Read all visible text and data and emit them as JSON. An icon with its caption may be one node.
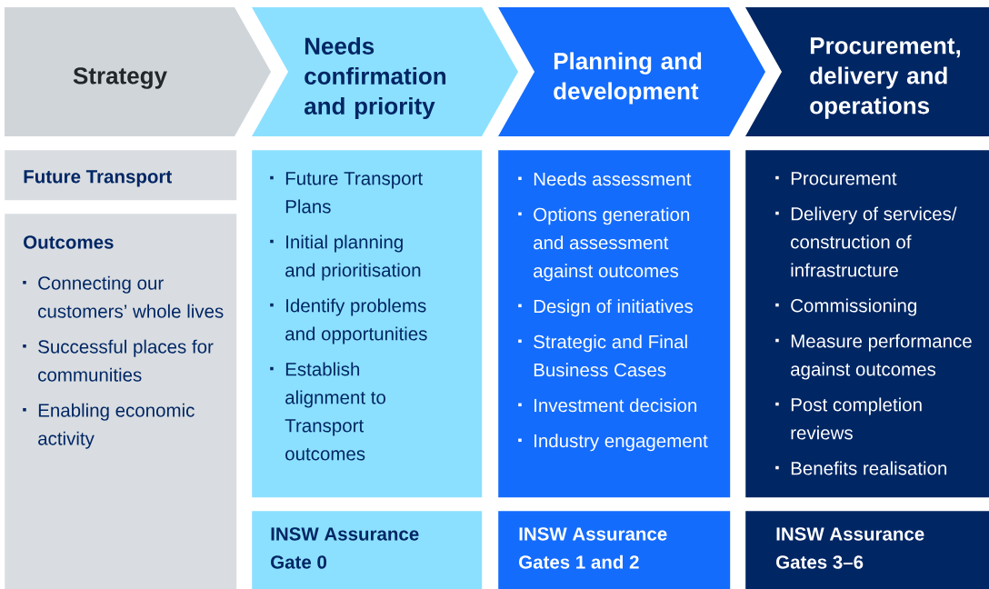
{
  "diagram": {
    "nodes": [
      {
        "text": [
          "Strategy"
        ]
      },
      {
        "text": [
          "Needs confirmation and priority"
        ]
      },
      {
        "text": [
          "Planning and development"
        ]
      },
      {
        "text": [
          "Procurement, delivery and operations"
        ]
      },
      {
        "text": [
          "Future Transport"
        ]
      },
      {
        "text": [
          "Outcomes",
          "Connecting our customers’ whole lives",
          "Successful places for communities",
          "Enabling economic activity"
        ]
      },
      {
        "text": [
          "Future Transport Plans",
          "Initial planning and prioritisation",
          "Identify problems and opportunities",
          "Establish alignment to Transport outcomes"
        ]
      },
      {
        "text": [
          "Needs assessment",
          "Options generation and assessment against outcomes",
          "Design of initiatives",
          "Strategic and Final Business Cases",
          "Investment decision",
          "Industry engagement"
        ]
      },
      {
        "text": [
          "Procurement",
          "Delivery of services/ construction of infrastructure",
          "Commissioning",
          "Measure performance against outcomes",
          "Post completion reviews",
          "Benefits realisation"
        ]
      },
      {
        "text": [
          "INSW Assurance Gate 0"
        ]
      },
      {
        "text": [
          "INSW Assurance Gates 1 and 2"
        ]
      },
      {
        "text": [
          "INSW Assurance Gates 3–6"
        ]
      }
    ]
  }
}
